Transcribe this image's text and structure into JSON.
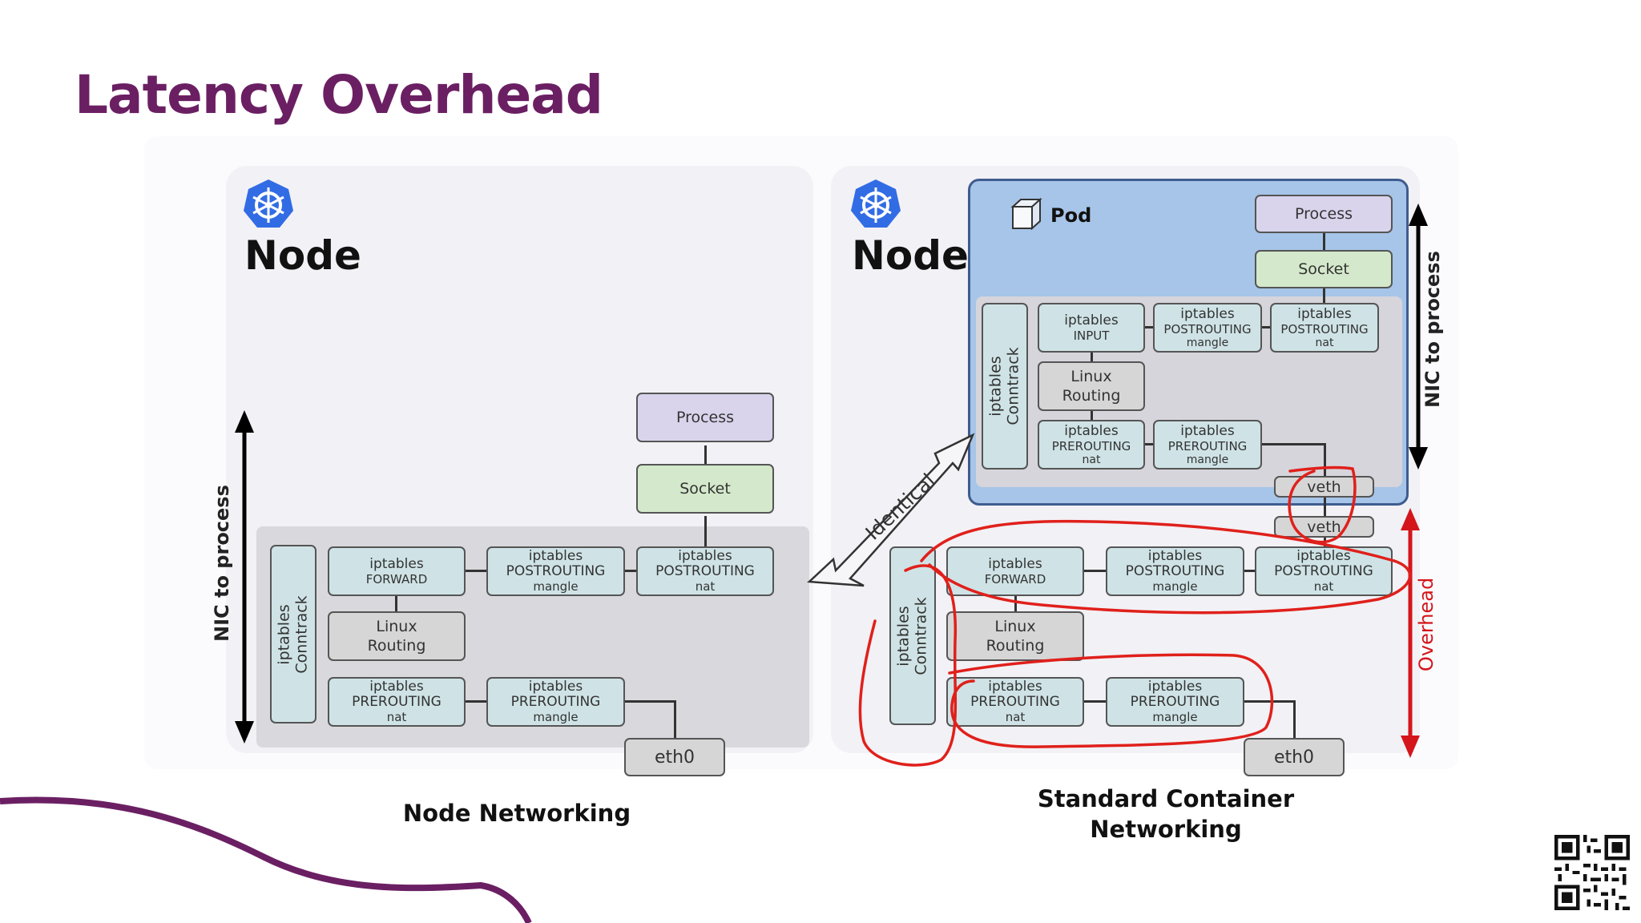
{
  "title": "Latency Overhead",
  "left": {
    "node_label": "Node",
    "side_label": "NIC to process",
    "process": "Process",
    "socket": "Socket",
    "conntrack": "iptables\nConntrack",
    "forward": [
      "iptables",
      "FORWARD"
    ],
    "post_mangle": [
      "iptables",
      "POSTROUTING",
      "mangle"
    ],
    "post_nat": [
      "iptables",
      "POSTROUTING",
      "nat"
    ],
    "routing": [
      "Linux",
      "Routing"
    ],
    "pre_nat": [
      "iptables",
      "PREROUTING",
      "nat"
    ],
    "pre_mangle": [
      "iptables",
      "PREROUTING",
      "mangle"
    ],
    "eth": "eth0",
    "caption": "Node Networking"
  },
  "right": {
    "node_label": "Node",
    "pod_label": "Pod",
    "side_label": "NIC to process",
    "overhead_label": "Overhead",
    "identical_label": "Identical",
    "process": "Process",
    "socket": "Socket",
    "pod_conntrack": "iptables\nConntrack",
    "pod_input": [
      "iptables",
      "INPUT"
    ],
    "pod_post_mangle": [
      "iptables",
      "POSTROUTING",
      "mangle"
    ],
    "pod_post_nat": [
      "iptables",
      "POSTROUTING",
      "nat"
    ],
    "pod_routing": [
      "Linux",
      "Routing"
    ],
    "pod_pre_nat": [
      "iptables",
      "PREROUTING",
      "nat"
    ],
    "pod_pre_mangle": [
      "iptables",
      "PREROUTING",
      "mangle"
    ],
    "veth_pod": "veth",
    "veth_host": "veth",
    "conntrack": "iptables\nConntrack",
    "forward": [
      "iptables",
      "FORWARD"
    ],
    "post_mangle": [
      "iptables",
      "POSTROUTING",
      "mangle"
    ],
    "post_nat": [
      "iptables",
      "POSTROUTING",
      "nat"
    ],
    "routing": [
      "Linux",
      "Routing"
    ],
    "pre_nat": [
      "iptables",
      "PREROUTING",
      "nat"
    ],
    "pre_mangle": [
      "iptables",
      "PREROUTING",
      "mangle"
    ],
    "eth": "eth0",
    "caption_line1": "Standard Container",
    "caption_line2": "Networking"
  },
  "colors": {
    "title": "#6b1f63",
    "annotation": "#e0201b",
    "overhead": "#d4151b",
    "k8s": "#326ce5"
  },
  "icons": [
    "kubernetes-logo-icon",
    "pod-cube-icon",
    "qr-code-icon"
  ]
}
